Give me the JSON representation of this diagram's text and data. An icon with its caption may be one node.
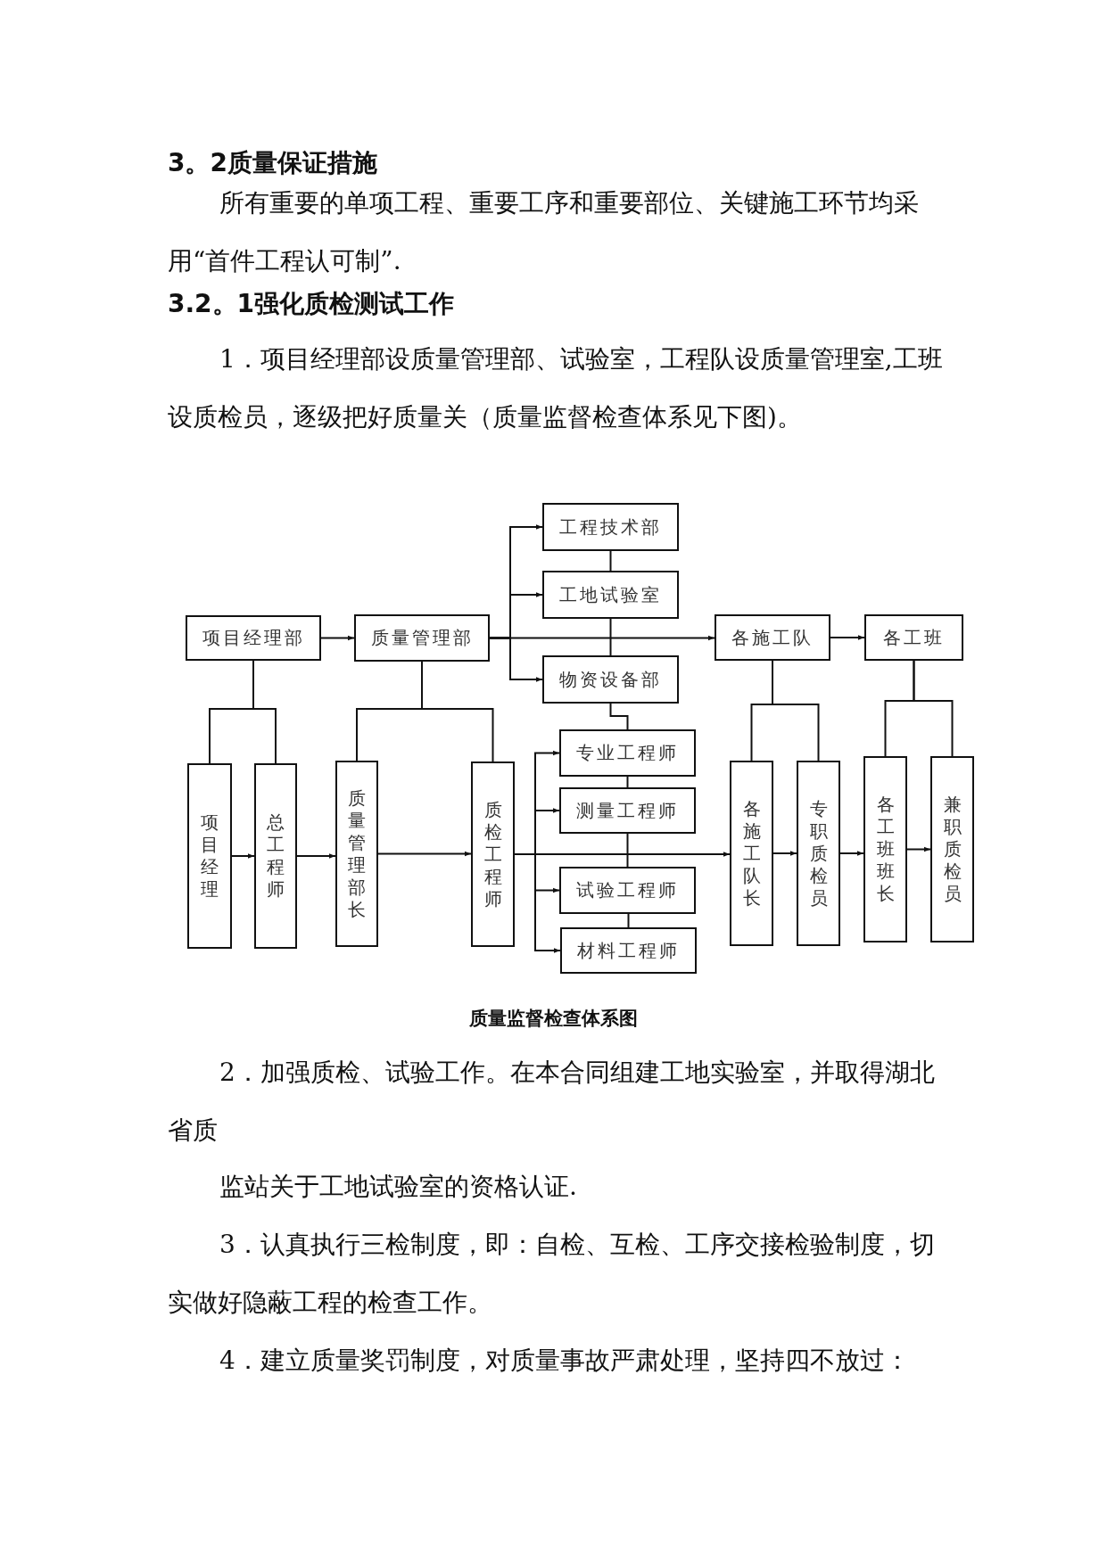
{
  "diagram": {
    "caption": "质量监督检查体系图",
    "nodes": [
      {
        "text": [
          "项目经理部"
        ]
      },
      {
        "text": [
          "质量管理部"
        ]
      },
      {
        "text": [
          "工程技术部"
        ]
      },
      {
        "text": [
          "工地试验室"
        ]
      },
      {
        "text": [
          "物资设备部"
        ]
      },
      {
        "text": [
          "各施工队"
        ]
      },
      {
        "text": [
          "各工班"
        ]
      },
      {
        "text": [
          "项目经理"
        ]
      },
      {
        "text": [
          "总工程师"
        ]
      },
      {
        "text": [
          "质量管理部长"
        ]
      },
      {
        "text": [
          "质检工程师"
        ]
      },
      {
        "text": [
          "专业工程师"
        ]
      },
      {
        "text": [
          "测量工程师"
        ]
      },
      {
        "text": [
          "试验工程师"
        ]
      },
      {
        "text": [
          "材料工程师"
        ]
      },
      {
        "text": [
          "各施工队长"
        ]
      },
      {
        "text": [
          "专职质检员"
        ]
      },
      {
        "text": [
          "各工班班长"
        ]
      },
      {
        "text": [
          "兼职质检员"
        ]
      }
    ],
    "edges": [
      {
        "from": 0,
        "to": 1,
        "arrow": "to"
      },
      {
        "from": 1,
        "to": 2,
        "arrow": "to"
      },
      {
        "from": 1,
        "to": 3,
        "arrow": "to"
      },
      {
        "from": 1,
        "to": 4,
        "arrow": "to"
      },
      {
        "from": 1,
        "to": 5,
        "arrow": "to"
      },
      {
        "from": 5,
        "to": 6,
        "arrow": "to"
      },
      {
        "from": 2,
        "to": 3,
        "arrow": "none"
      },
      {
        "from": 3,
        "to": 4,
        "arrow": "none"
      },
      {
        "from": 4,
        "to": 11,
        "arrow": "none"
      },
      {
        "from": 11,
        "to": 12,
        "arrow": "none"
      },
      {
        "from": 12,
        "to": 13,
        "arrow": "none"
      },
      {
        "from": 13,
        "to": 14,
        "arrow": "none"
      },
      {
        "from": 0,
        "to": 7,
        "arrow": "none"
      },
      {
        "from": 0,
        "to": 8,
        "arrow": "none"
      },
      {
        "from": 1,
        "to": 9,
        "arrow": "none"
      },
      {
        "from": 1,
        "to": 10,
        "arrow": "none"
      },
      {
        "from": 5,
        "to": 15,
        "arrow": "none"
      },
      {
        "from": 5,
        "to": 16,
        "arrow": "none"
      },
      {
        "from": 6,
        "to": 17,
        "arrow": "none"
      },
      {
        "from": 6,
        "to": 18,
        "arrow": "none"
      },
      {
        "from": 7,
        "to": 8,
        "arrow": "to"
      },
      {
        "from": 8,
        "to": 9,
        "arrow": "to"
      },
      {
        "from": 9,
        "to": 10,
        "arrow": "to"
      },
      {
        "from": 10,
        "to": 15,
        "arrow": "to"
      },
      {
        "from": 10,
        "to": 11,
        "arrow": "to"
      },
      {
        "from": 10,
        "to": 12,
        "arrow": "to"
      },
      {
        "from": 10,
        "to": 13,
        "arrow": "to"
      },
      {
        "from": 10,
        "to": 14,
        "arrow": "to"
      },
      {
        "from": 15,
        "to": 16,
        "arrow": "to"
      },
      {
        "from": 16,
        "to": 17,
        "arrow": "to"
      },
      {
        "from": 17,
        "to": 18,
        "arrow": "to"
      }
    ],
    "labels": [
      "3。2质量保证措施",
      "所有重要的单项工程、重要工序和重要部位、关键施工环节均采用“首件工程认可制”.",
      "3.2。1强化质检测试工作",
      "1．项目经理部设质量管理部、试验室，工程队设质量管理室,工班设质检员，逐级把好质量关（质量监督检查体系见下图)。",
      "2．加强质检、试验工作。在本合同组建工地实验室，并取得湖北省质",
      "监站关于工地试验室的资格认证.",
      "3．认真执行三检制度，即：自检、互检、工序交接检验制度，切实做好隐蔽工程的检查工作。",
      "4．建立质量奖罚制度，对质量事故严肃处理，坚持四不放过："
    ]
  }
}
